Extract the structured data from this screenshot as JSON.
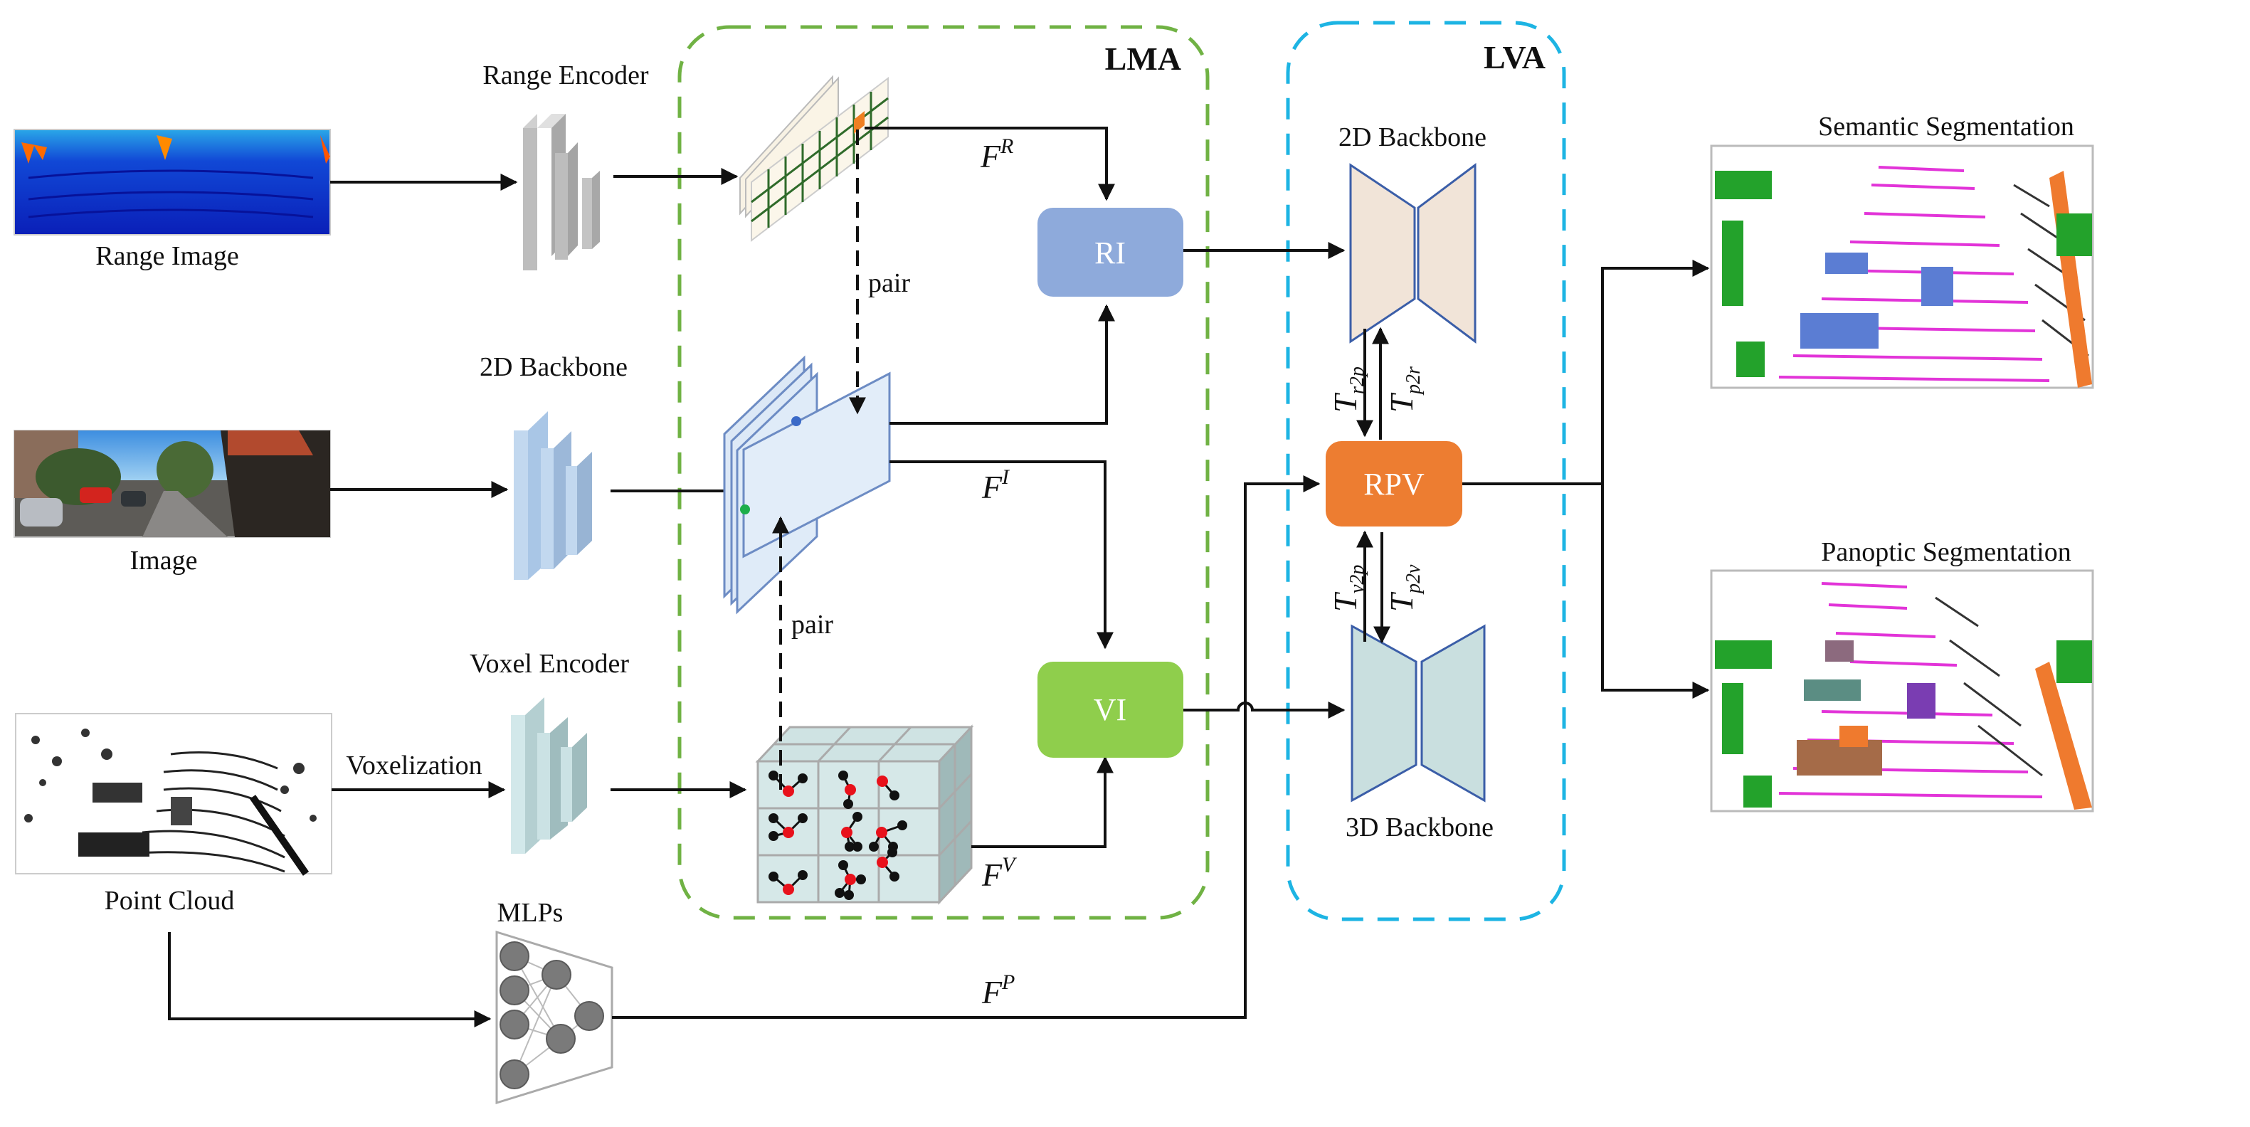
{
  "groups": {
    "lma": {
      "title": "LMA",
      "color": "#70b244"
    },
    "lva": {
      "title": "LVA",
      "color": "#1db4e3"
    }
  },
  "inputs": {
    "range_image": {
      "label": "Range Image"
    },
    "image": {
      "label": "Image"
    },
    "point_cloud": {
      "label": "Point Cloud"
    }
  },
  "encoders": {
    "range_encoder": {
      "label": "Range Encoder",
      "color": "#b8b8b8"
    },
    "backbone_2d_left": {
      "label": "2D Backbone",
      "color": "#a9c6e6"
    },
    "voxel_encoder": {
      "label": "Voxel Encoder",
      "color": "#b9d6d8"
    },
    "mlps": {
      "label": "MLPs",
      "color": "#7a7a7a"
    }
  },
  "edges": {
    "voxelization": "Voxelization",
    "pair_top": "pair",
    "pair_bottom": "pair"
  },
  "features": {
    "fr": {
      "base": "F",
      "sup": "R"
    },
    "fi": {
      "base": "F",
      "sup": "I"
    },
    "fv": {
      "base": "F",
      "sup": "V"
    },
    "fp": {
      "base": "F",
      "sup": "P"
    }
  },
  "modules": {
    "ri": {
      "label": "RI",
      "color": "#8eaadb"
    },
    "vi": {
      "label": "VI",
      "color": "#8fce4c"
    },
    "rpv": {
      "label": "RPV",
      "color": "#ed7d31"
    }
  },
  "lva_parts": {
    "backbone_2d": {
      "label": "2D Backbone",
      "color": "#f1e4d8"
    },
    "backbone_3d": {
      "label": "3D Backbone",
      "color": "#c9dfdf"
    },
    "transforms": {
      "r2p": {
        "base": "T",
        "sub": "r2p"
      },
      "p2r": {
        "base": "T",
        "sub": "p2r"
      },
      "v2p": {
        "base": "T",
        "sub": "v2p"
      },
      "p2v": {
        "base": "T",
        "sub": "p2v"
      }
    }
  },
  "outputs": {
    "semantic": {
      "label": "Semantic Segmentation"
    },
    "panoptic": {
      "label": "Panoptic Segmentation"
    }
  }
}
